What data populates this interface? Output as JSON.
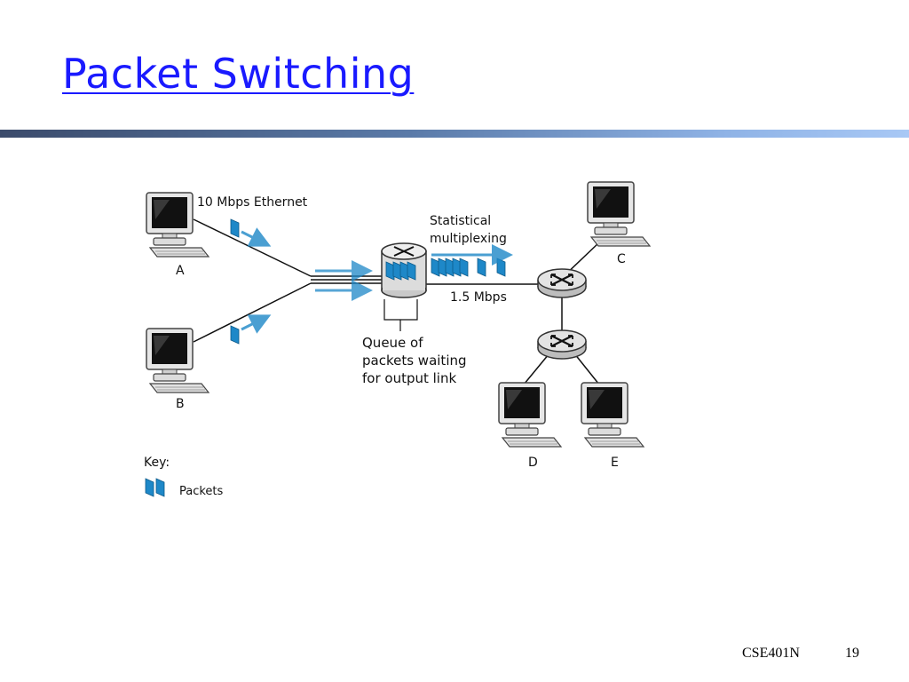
{
  "slide": {
    "title": "Packet Switching",
    "footer_course": "CSE401N",
    "footer_page": "19"
  },
  "diagram": {
    "link_label": "10 Mbps Ethernet",
    "mux_label_line1": "Statistical",
    "mux_label_line2": "multiplexing",
    "output_rate": "1.5 Mbps",
    "queue_line1": "Queue of",
    "queue_line2": "packets waiting",
    "queue_line3": "for output link",
    "hosts": {
      "a": "A",
      "b": "B",
      "c": "C",
      "d": "D",
      "e": "E"
    },
    "key_title": "Key:",
    "key_packets": "Packets"
  },
  "colors": {
    "title": "#1a1aff",
    "packet": "#1e88c8",
    "packet_dark": "#0d5a8a"
  }
}
